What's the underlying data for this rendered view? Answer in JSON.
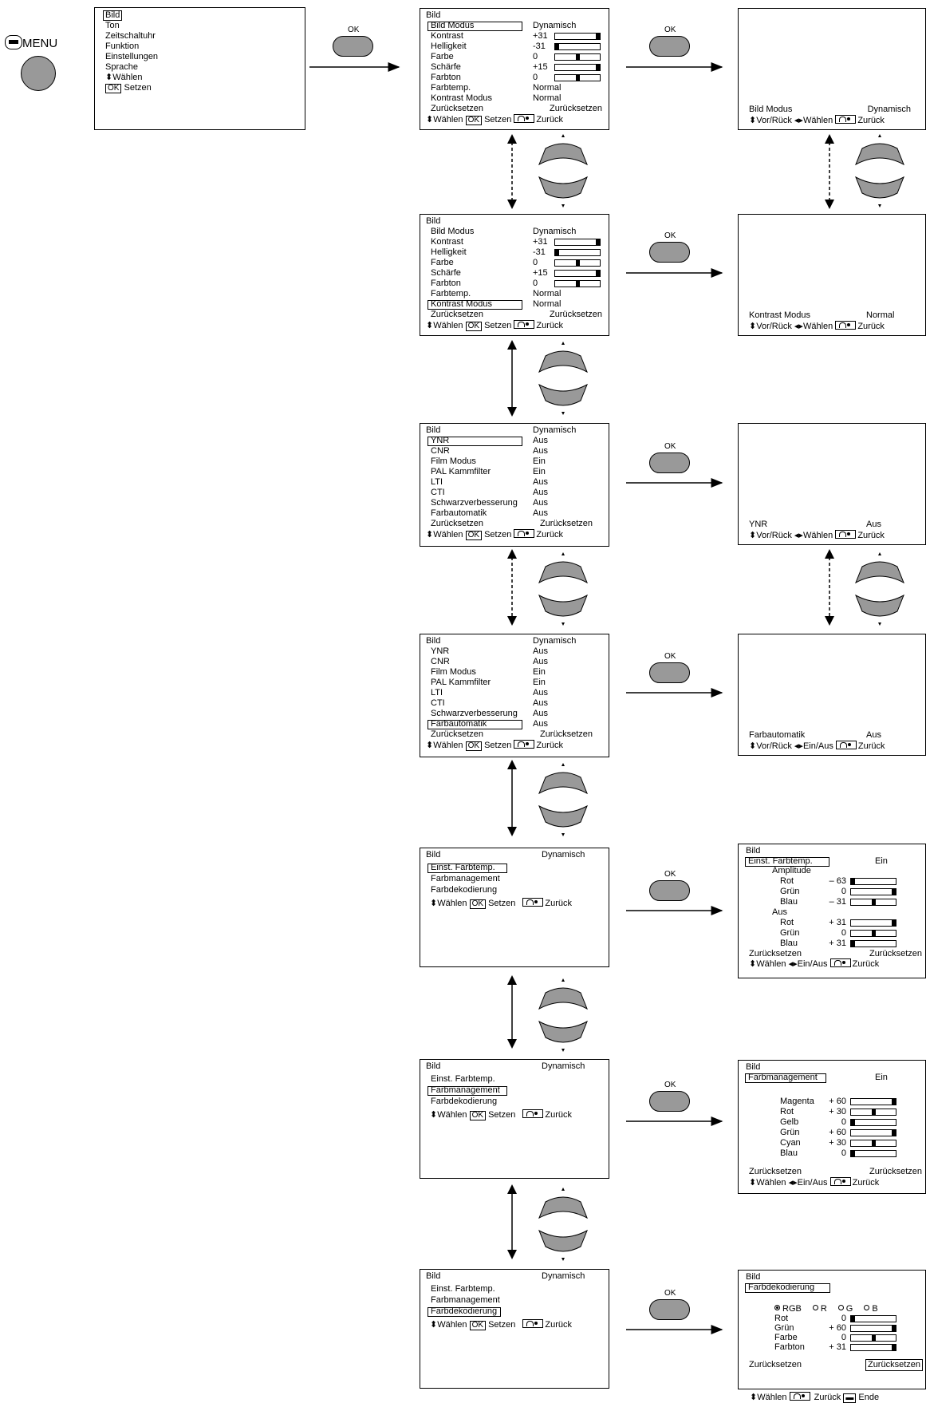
{
  "menu_button": {
    "label": "MENU"
  },
  "ok_label": "OK",
  "main_menu": {
    "items": [
      "Bild",
      "Ton",
      "Zeitschaltuhr",
      "Funktion",
      "Einstellungen",
      "Sprache"
    ],
    "select_hint": "Wählen",
    "ok_key": "OK",
    "set_hint": "Setzen"
  },
  "footer": {
    "select": "Wählen",
    "ok_key": "OK",
    "set": "Setzen",
    "back": "Zurück",
    "prev_next": "Vor/Rück",
    "onoff": "Ein/Aus",
    "end": "Ende"
  },
  "bild_menu": {
    "title": "Bild",
    "rows": [
      {
        "label": "Bild Modus",
        "value": "Dynamisch"
      },
      {
        "label": "Kontrast",
        "value": "+31",
        "level": 1.0
      },
      {
        "label": "Helligkeit",
        "value": "-31",
        "level": 0.0
      },
      {
        "label": "Farbe",
        "value": "0",
        "level": 0.5
      },
      {
        "label": "Schärfe",
        "value": "+15",
        "level": 1.0
      },
      {
        "label": "Farbton",
        "value": "0",
        "level": 0.5
      },
      {
        "label": "Farbtemp.",
        "value": "Normal"
      },
      {
        "label": "Kontrast Modus",
        "value": "Normal"
      },
      {
        "label": "Zurücksetzen",
        "value": "Zurücksetzen"
      }
    ]
  },
  "nr_menu": {
    "title": "Bild",
    "title_value": "Dynamisch",
    "rows": [
      {
        "label": "YNR",
        "value": "Aus"
      },
      {
        "label": "CNR",
        "value": "Aus"
      },
      {
        "label": "Film Modus",
        "value": "Ein"
      },
      {
        "label": "PAL Kammfilter",
        "value": "Ein"
      },
      {
        "label": "LTI",
        "value": "Aus"
      },
      {
        "label": "CTI",
        "value": "Aus"
      },
      {
        "label": "Schwarzverbesserung",
        "value": "Aus"
      },
      {
        "label": "Farbautomatik",
        "value": "Aus"
      },
      {
        "label": "Zurücksetzen",
        "value": "Zurücksetzen"
      }
    ]
  },
  "sub_menu": {
    "title": "Bild",
    "title_value": "Dynamisch",
    "items": [
      "Einst. Farbtemp.",
      "Farbmanagement",
      "Farbdekodierung"
    ]
  },
  "single_screens": [
    {
      "label": "Bild Modus",
      "value": "Dynamisch",
      "mode": "Wählen"
    },
    {
      "label": "Kontrast Modus",
      "value": "Normal",
      "mode": "Wählen"
    },
    {
      "label": "YNR",
      "value": "Aus",
      "mode": "Wählen"
    },
    {
      "label": "Farbautomatik",
      "value": "Aus",
      "mode": "Ein/Aus"
    }
  ],
  "farbtemp_screen": {
    "title": "Bild",
    "heading": "Einst. Farbtemp.",
    "heading_value": "Ein",
    "amp_label": "Amplitude",
    "aus_label": "Aus",
    "amp_rows": [
      {
        "label": "Rot",
        "value": "– 63",
        "level": 0.0
      },
      {
        "label": "Grün",
        "value": "0",
        "level": 1.0
      },
      {
        "label": "Blau",
        "value": "– 31",
        "level": 0.5
      }
    ],
    "aus_rows": [
      {
        "label": "Rot",
        "value": "+ 31",
        "level": 1.0
      },
      {
        "label": "Grün",
        "value": "0",
        "level": 0.5
      },
      {
        "label": "Blau",
        "value": "+ 31",
        "level": 0.0
      }
    ],
    "reset_label": "Zurücksetzen",
    "reset_value": "Zurücksetzen"
  },
  "farbmgmt_screen": {
    "title": "Bild",
    "heading": "Farbmanagement",
    "heading_value": "Ein",
    "rows": [
      {
        "label": "Magenta",
        "value": "+ 60",
        "level": 1.0
      },
      {
        "label": "Rot",
        "value": "+ 30",
        "level": 0.5
      },
      {
        "label": "Gelb",
        "value": "0",
        "level": 0.0
      },
      {
        "label": "Grün",
        "value": "+ 60",
        "level": 1.0
      },
      {
        "label": "Cyan",
        "value": "+ 30",
        "level": 0.5
      },
      {
        "label": "Blau",
        "value": "0",
        "level": 0.0
      }
    ],
    "reset_label": "Zurücksetzen",
    "reset_value": "Zurücksetzen"
  },
  "farbdek_screen": {
    "title": "Bild",
    "heading": "Farbdekodierung",
    "radios": [
      "RGB",
      "R",
      "G",
      "B"
    ],
    "rows": [
      {
        "label": "Rot",
        "value": "0",
        "level": 0.0
      },
      {
        "label": "Grün",
        "value": "+ 60",
        "level": 1.0
      },
      {
        "label": "Farbe",
        "value": "0",
        "level": 0.5
      },
      {
        "label": "Farbton",
        "value": "+ 31",
        "level": 1.0
      }
    ],
    "reset_label": "Zurücksetzen",
    "reset_value": "Zurücksetzen"
  },
  "colors": {
    "button_gray": "#999999",
    "line": "#000000"
  }
}
